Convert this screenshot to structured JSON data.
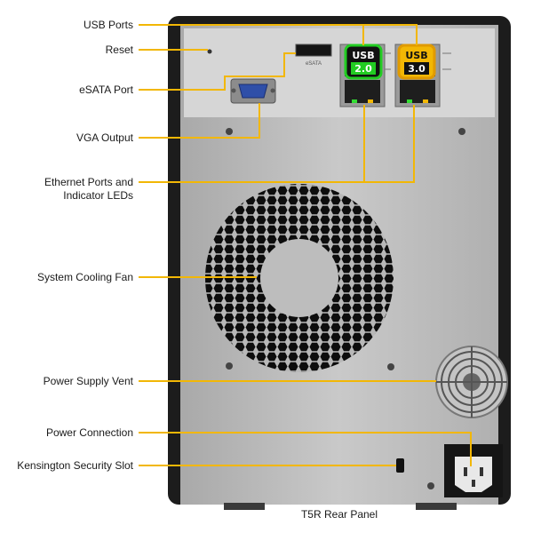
{
  "labels": {
    "usb_ports": "USB Ports",
    "reset": "Reset",
    "esata_port": "eSATA Port",
    "vga_output": "VGA Output",
    "ethernet_line1": "Ethernet Ports and",
    "ethernet_line2": "Indicator LEDs",
    "cooling_fan": "System Cooling Fan",
    "psu_vent": "Power Supply Vent",
    "power_connection": "Power Connection",
    "kensington": "Kensington Security Slot"
  },
  "device": {
    "esata_silk": "eSATA",
    "usb20": {
      "line1": "USB",
      "line2": "2.0"
    },
    "usb30": {
      "line1": "USB",
      "line2": "3.0"
    }
  },
  "caption": "T5R Rear Panel",
  "colors": {
    "leader": "#f2b705",
    "usb20_outline": "#22cc22",
    "usb20_fill": "#111111",
    "usb30_outline": "#f2a500",
    "usb30_fill": "#f2b705",
    "chassis": "#1c1c1c",
    "panel": "#bcbcbc"
  }
}
